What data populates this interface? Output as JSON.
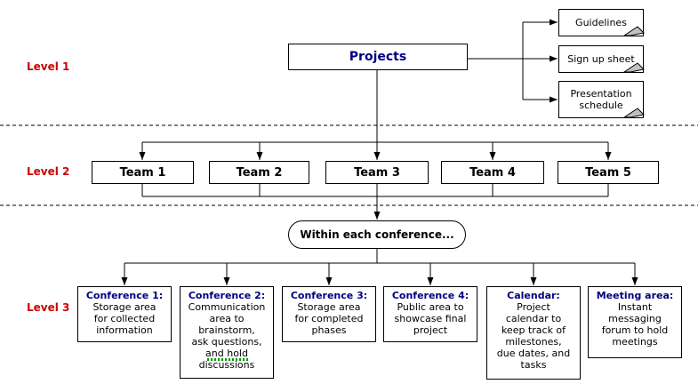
{
  "diagram": {
    "colors": {
      "background": "#ffffff",
      "level_label_red": "#cc0000",
      "heading_navy": "#000080",
      "line_black": "#000000",
      "note_fold_gray": "#c0c0c0",
      "spellcheck_green": "#009900"
    },
    "level_labels": [
      {
        "label": "Level 1"
      },
      {
        "label": "Level 2"
      },
      {
        "label": "Level 3"
      }
    ],
    "root": {
      "label": "Projects"
    },
    "notes": [
      {
        "label": "Guidelines"
      },
      {
        "label": "Sign up sheet"
      },
      {
        "label": "Presentation\nschedule"
      }
    ],
    "teams": [
      {
        "label": "Team 1"
      },
      {
        "label": "Team 2"
      },
      {
        "label": "Team 3"
      },
      {
        "label": "Team 4"
      },
      {
        "label": "Team 5"
      }
    ],
    "conference_note": {
      "label": "Within each conference..."
    },
    "areas": [
      {
        "title": "Conference 1:",
        "body": "Storage area\nfor collected\ninformation"
      },
      {
        "title": "Conference 2:",
        "body": "Communication\narea to\nbrainstorm,\nask questions,\nand hold\ndiscussions"
      },
      {
        "title": "Conference 3:",
        "body": "Storage area\nfor completed\nphases"
      },
      {
        "title": "Conference 4:",
        "body": "Public area to\nshowcase final\nproject"
      },
      {
        "title": "Calendar:",
        "body": "Project\ncalendar to\nkeep track of\nmilestones,\ndue dates, and\ntasks"
      },
      {
        "title": "Meeting area:",
        "body": "Instant\nmessaging\nforum to hold\nmeetings"
      }
    ]
  }
}
